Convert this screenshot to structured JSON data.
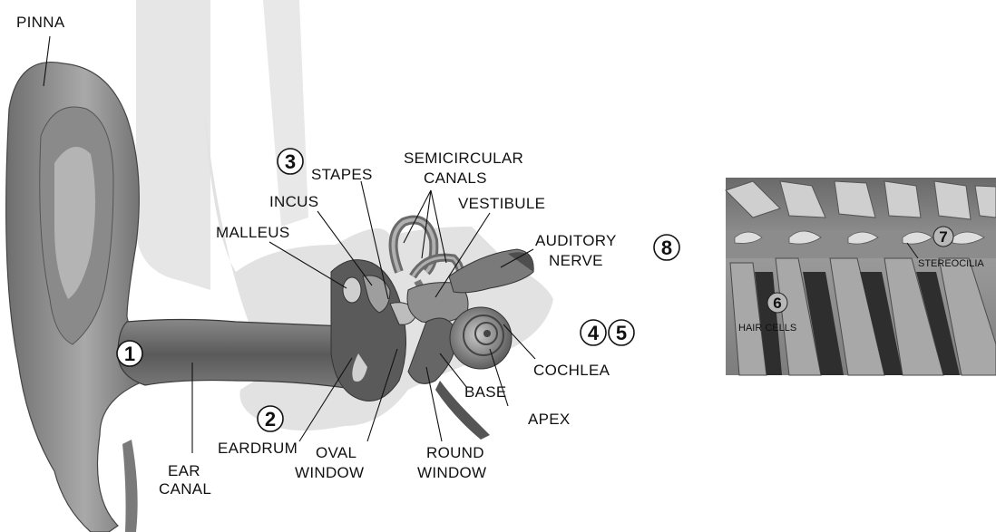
{
  "labels": {
    "pinna": "PINNA",
    "ear_canal_1": "EAR",
    "ear_canal_2": "CANAL",
    "eardrum": "EARDRUM",
    "malleus": "MALLEUS",
    "incus": "INCUS",
    "stapes": "STAPES",
    "semicircular_1": "SEMICIRCULAR",
    "semicircular_2": "CANALS",
    "vestibule": "VESTIBULE",
    "auditory_1": "AUDITORY",
    "auditory_2": "NERVE",
    "cochlea": "COCHLEA",
    "base": "BASE",
    "apex": "APEX",
    "oval_1": "OVAL",
    "oval_2": "WINDOW",
    "round_1": "ROUND",
    "round_2": "WINDOW"
  },
  "numbers": {
    "n1": "1",
    "n2": "2",
    "n3": "3",
    "n4": "4",
    "n5": "5",
    "n8": "8"
  },
  "inset": {
    "n6": "6",
    "n7": "7",
    "hair_cells": "HAIR CELLS",
    "stereocilia": "STEREOCILIA"
  }
}
